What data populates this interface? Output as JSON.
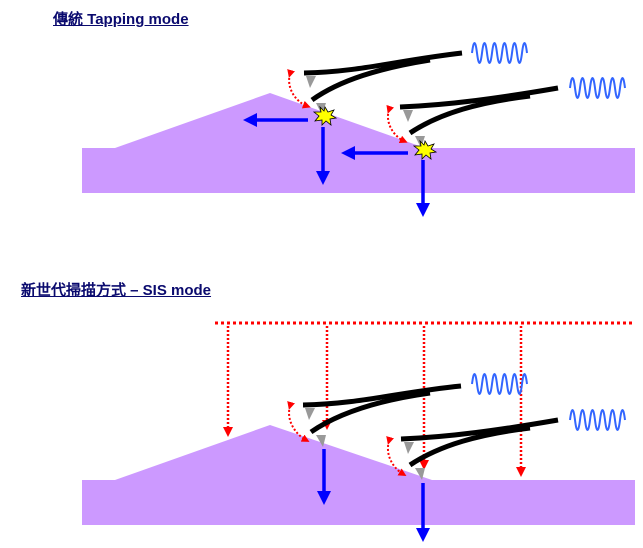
{
  "panels": [
    {
      "title": "傳統 Tapping mode",
      "mode": "tapping"
    },
    {
      "title": "新世代掃描方式 – SIS mode",
      "mode": "sis"
    }
  ],
  "colors": {
    "substrate": "#cc99ff",
    "cantilever": "#000000",
    "tip": "#999999",
    "force_arrow": "#0000ff",
    "tip_motion": "#ff0000",
    "oscillation": "#3366ff",
    "impact": "#ffff00",
    "title": "#0a0a6e"
  }
}
